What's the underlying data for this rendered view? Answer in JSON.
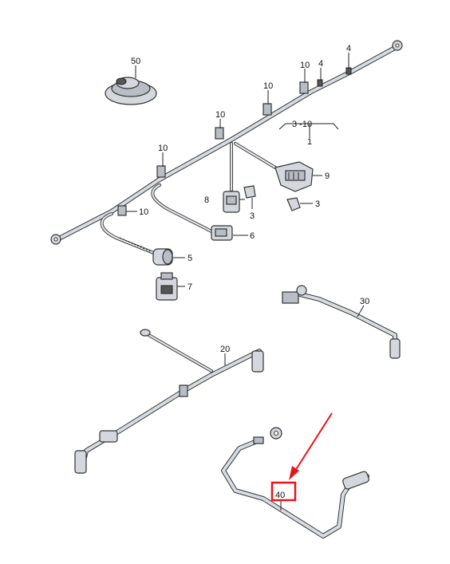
{
  "callouts": {
    "c50": "50",
    "c10a": "10",
    "c4a": "4",
    "c4b": "4",
    "c10b": "10",
    "c10c": "10",
    "c3_10": "3 -10",
    "c1": "1",
    "c10d": "10",
    "c9": "9",
    "c8": "8",
    "c3a": "3",
    "c3b": "3",
    "c10e": "10",
    "c6": "6",
    "c5": "5",
    "c7": "7",
    "c30": "30",
    "c20": "20",
    "c40": "40"
  },
  "highlight": {
    "target": "40",
    "box_color": "#e8141b",
    "arrow_color": "#e8141b"
  },
  "colors": {
    "line": "#222222",
    "part_fill": "#d4d8de"
  }
}
